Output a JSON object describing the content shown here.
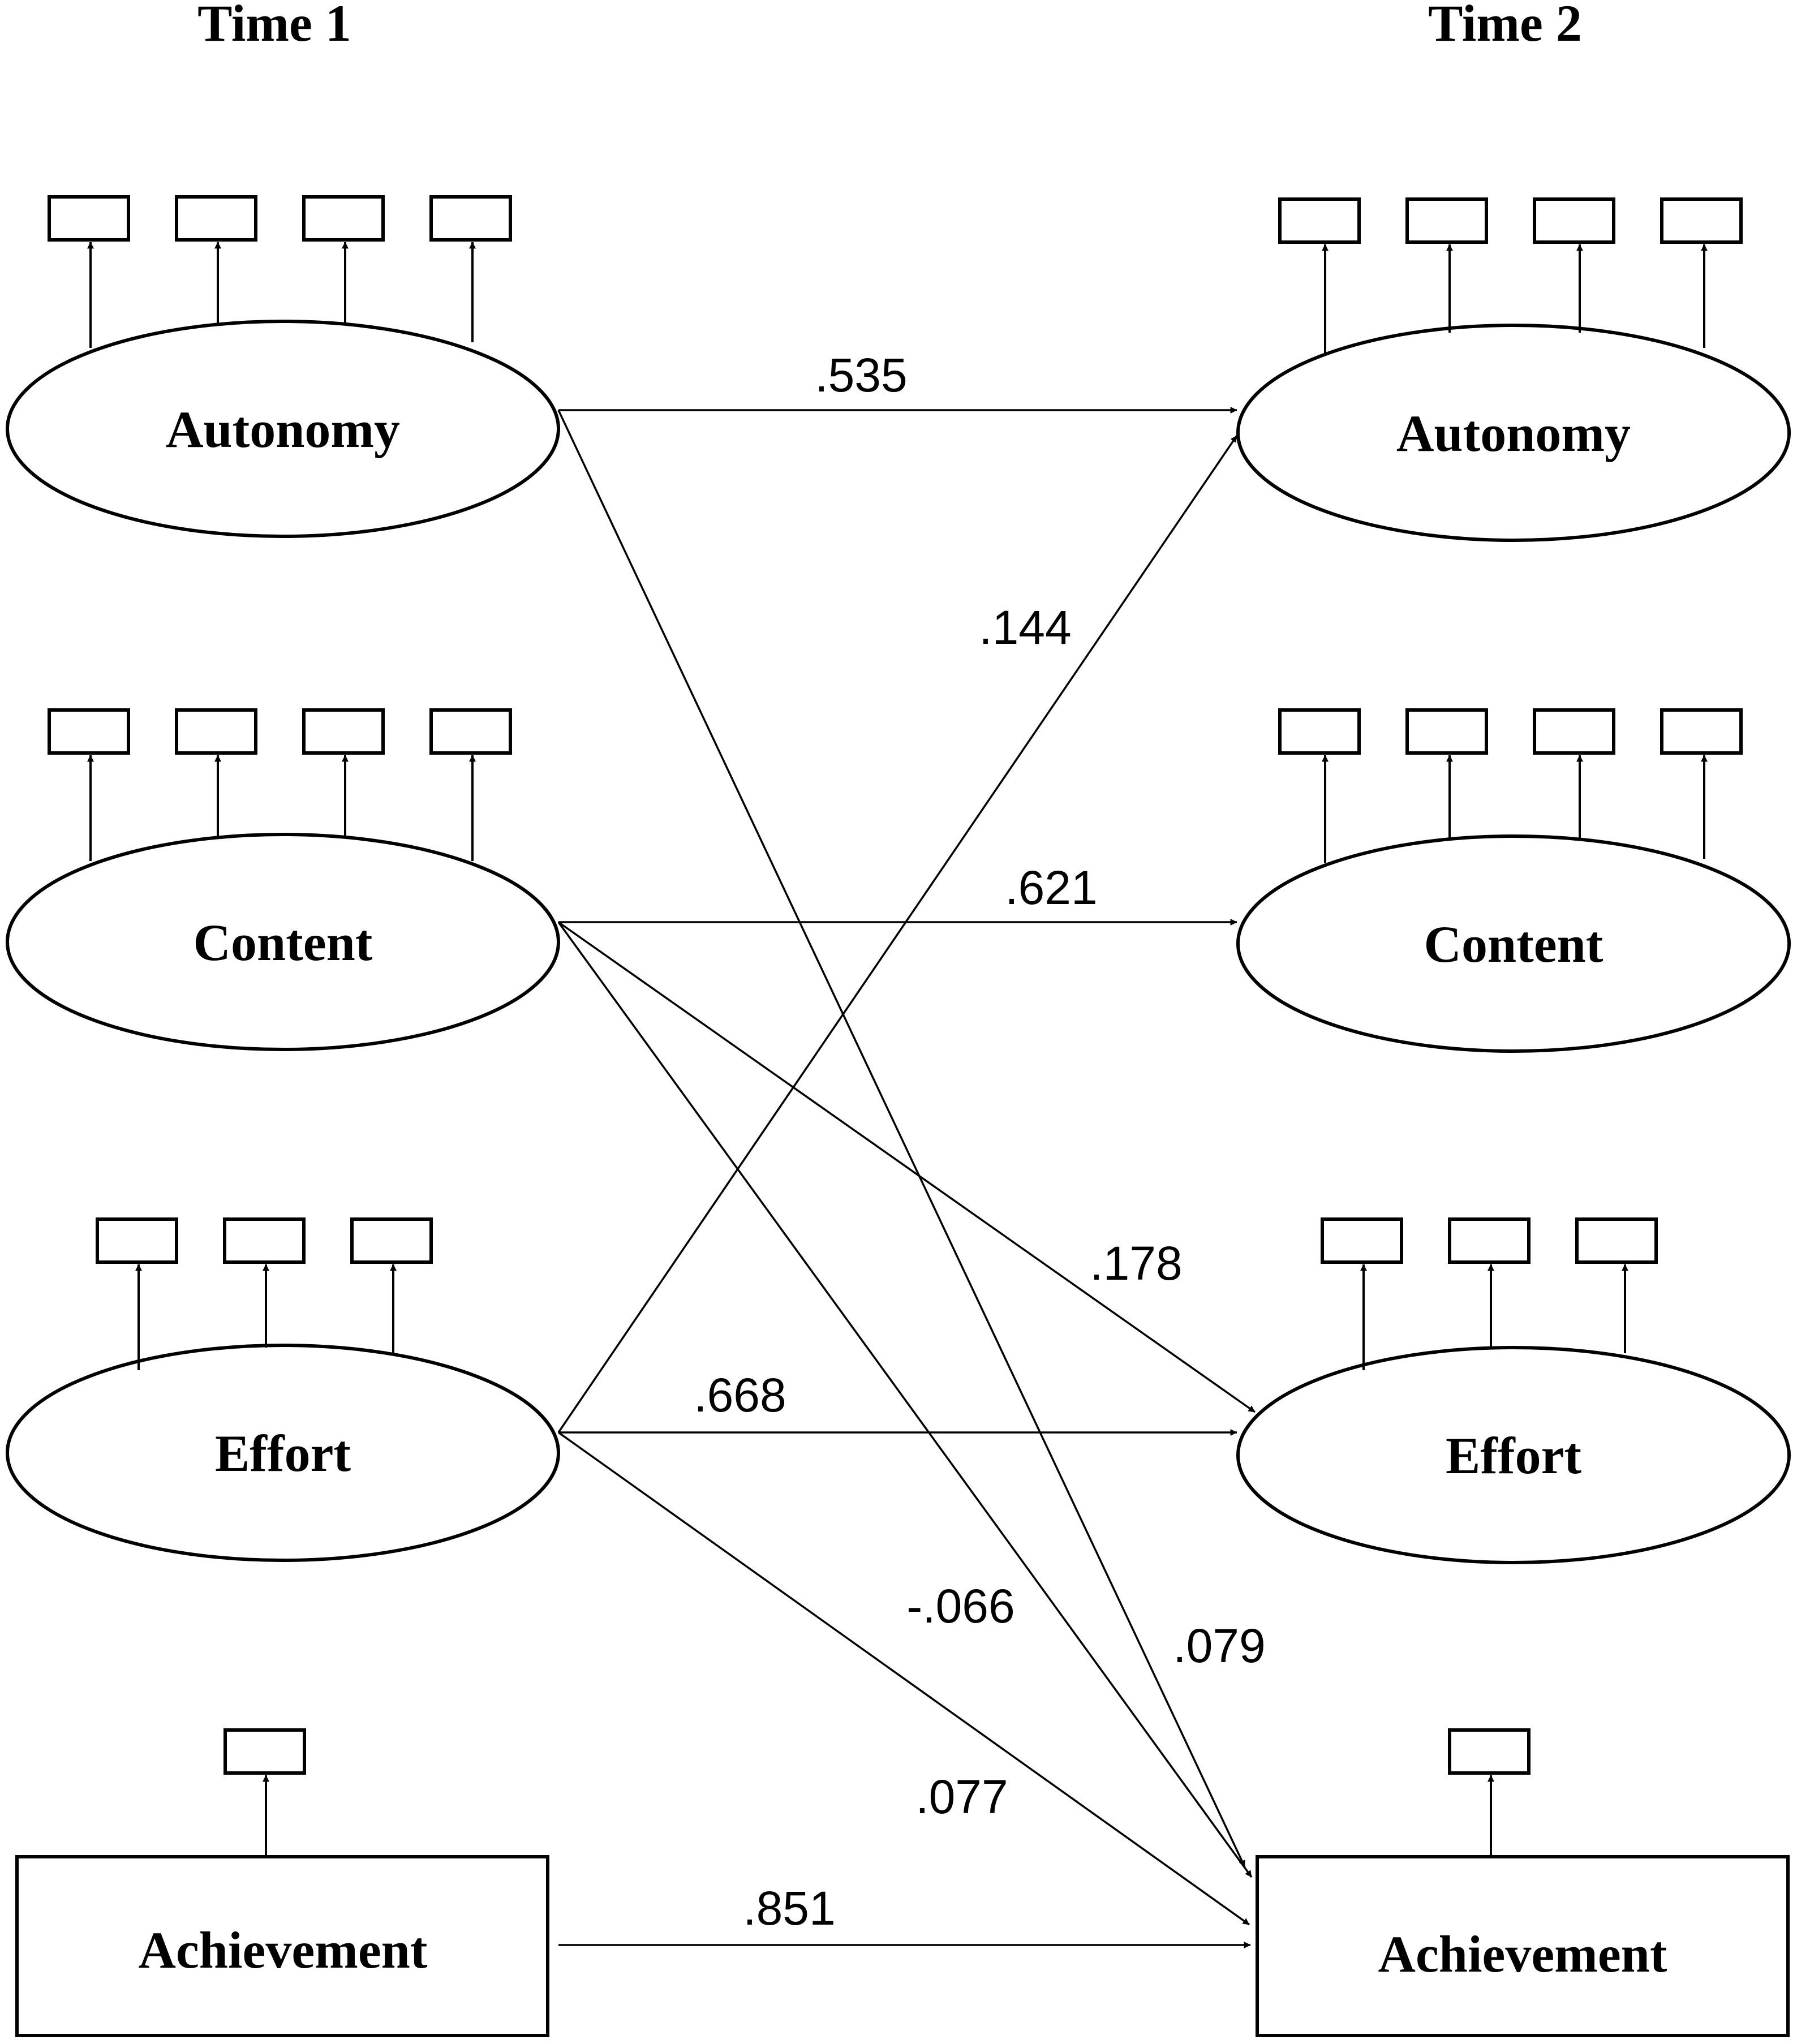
{
  "headers": {
    "time1": "Time 1",
    "time2": "Time 2"
  },
  "constructs": {
    "t1_autonomy": "Autonomy",
    "t1_content": "Content",
    "t1_effort": "Effort",
    "t1_achievement": "Achievement",
    "t2_autonomy": "Autonomy",
    "t2_content": "Content",
    "t2_effort": "Effort",
    "t2_achievement": "Achievement"
  },
  "paths": [
    {
      "from": "t1_autonomy",
      "to": "t2_autonomy",
      "coefficient": ".535"
    },
    {
      "from": "t1_effort",
      "to": "t2_autonomy",
      "coefficient": ".144"
    },
    {
      "from": "t1_content",
      "to": "t2_content",
      "coefficient": ".621"
    },
    {
      "from": "t1_content",
      "to": "t2_effort",
      "coefficient": ".178"
    },
    {
      "from": "t1_effort",
      "to": "t2_effort",
      "coefficient": ".668"
    },
    {
      "from": "t1_content",
      "to": "t2_achievement",
      "coefficient": "-.066"
    },
    {
      "from": "t1_autonomy",
      "to": "t2_achievement",
      "coefficient": ".079"
    },
    {
      "from": "t1_effort",
      "to": "t2_achievement",
      "coefficient": ".077"
    },
    {
      "from": "t1_achievement",
      "to": "t2_achievement",
      "coefficient": ".851"
    }
  ]
}
